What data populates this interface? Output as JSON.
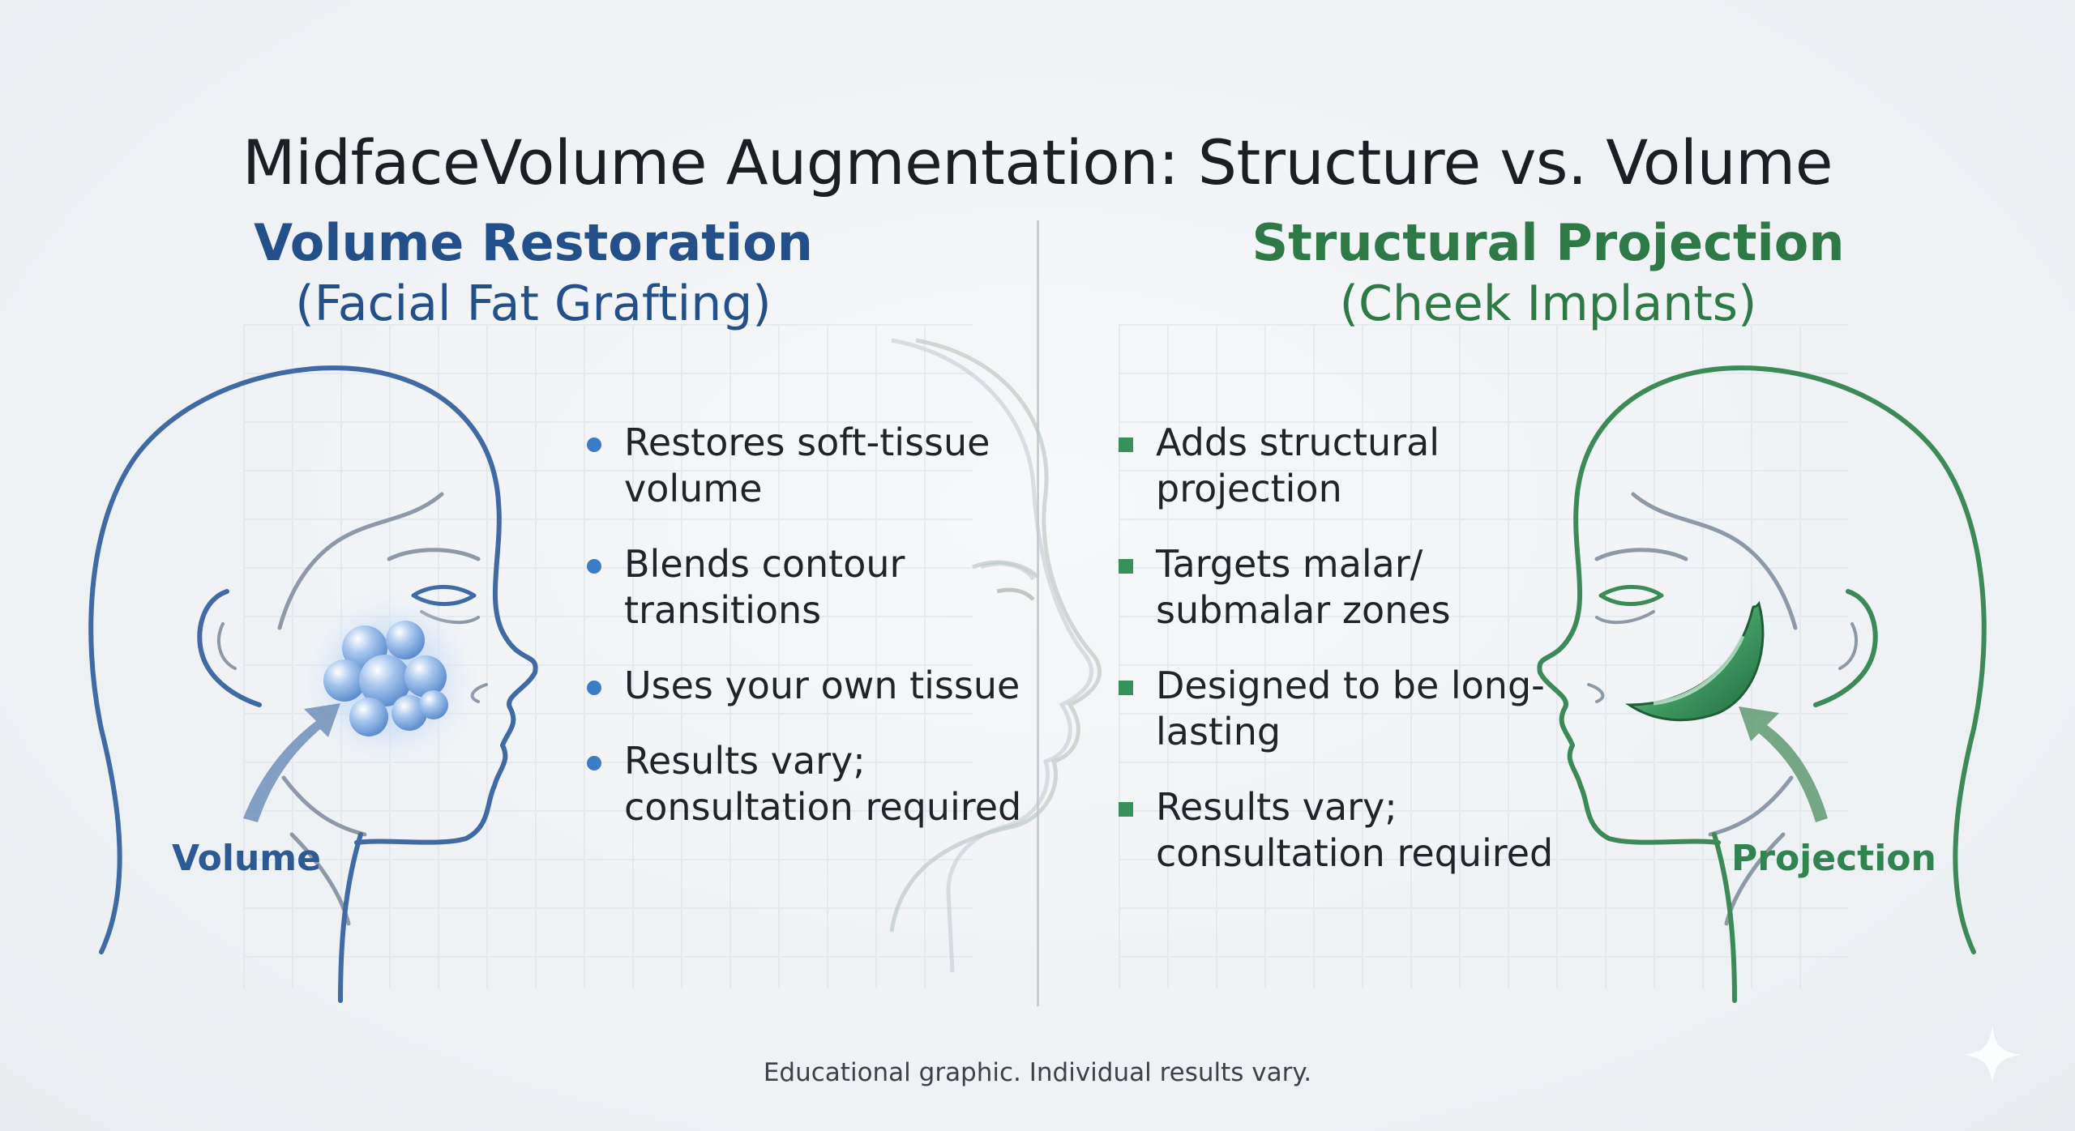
{
  "title": "MidfaceVolume Augmentation: Structure vs. Volume",
  "left": {
    "heading": "Volume Restoration",
    "subheading": "(Facial Fat Grafting)",
    "color": "#23508a",
    "callout": "Volume",
    "bullets": [
      "Restores soft-tissue volume",
      "Blends contour transitions",
      "Uses your own tissue",
      "Results vary; consultation required"
    ]
  },
  "right": {
    "heading": "Structural Projection",
    "subheading": "(Cheek Implants)",
    "color": "#2d7a47",
    "callout": "Projection",
    "bullets": [
      "Adds structural projection",
      "Targets malar/ submalar zones",
      "Designed to be long-lasting",
      "Results vary; consultation required"
    ]
  },
  "footer": "Educational graphic. Individual results vary.",
  "icons": [
    "head-profile-left-icon",
    "head-profile-right-icon",
    "fat-cluster-icon",
    "cheek-implant-icon",
    "sparkle-icon"
  ]
}
